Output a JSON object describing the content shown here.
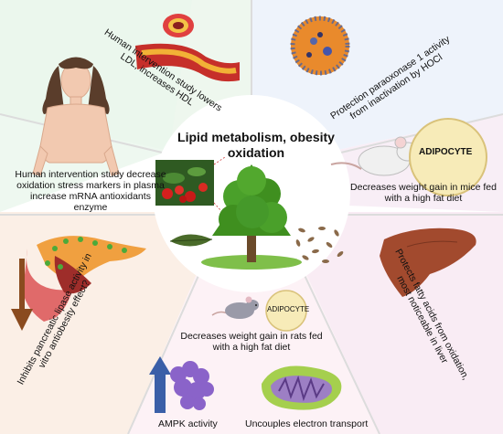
{
  "center": {
    "title_line1": "Lipid metabolism, obesity",
    "title_line2": "oxidation"
  },
  "segments": {
    "top_left": {
      "line1": "Human intervention study lowers",
      "line2": "LDL, increases HDL"
    },
    "top_right": {
      "line1": "Protection paraoxonase 1 activity",
      "line2": "from inactivation by HOCl"
    },
    "left_upper": {
      "line1": "Human intervention study decrease",
      "line2": "oxidation stress markers in plasma",
      "line3": "increase mRNA antioxidants enzyme"
    },
    "right_upper": {
      "adipocyte": "ADIPOCYTE",
      "line1": "Decreases weight gain in mice fed",
      "line2": "with a high fat diet"
    },
    "left_lower": {
      "line1": "Inhibits pancreatic lipase activity in",
      "line2": "vitro antiobesity effect?"
    },
    "right_lower": {
      "line1": "Protects fatty acids from oxidation,",
      "line2": "most noticeable in liver"
    },
    "bottom_center": {
      "adipocyte": "ADIPOCYTE",
      "line1": "Decreases weight gain in rats fed",
      "line2": "with a high fat diet"
    },
    "bottom_left": {
      "label": "AMPK activity"
    },
    "bottom_right": {
      "label": "Uncouples electron transport"
    }
  },
  "colors": {
    "top_left_bg": "#eef7ee",
    "top_right_bg": "#eef3fb",
    "left_upper_bg": "#eaf6ec",
    "right_upper_bg": "#f8eef6",
    "left_lower_bg": "#fbefe6",
    "right_lower_bg": "#f9ecf4",
    "bottom_bg": "#fdf2f6",
    "liver": "#a24a2e",
    "tree": "#3f8f1f",
    "arrow_brown": "#8a4b1f",
    "arrow_blue": "#3a5fa8",
    "mitochondria": "#9d7fc4",
    "receptor": "#8a63c9"
  },
  "icons": [
    "artery-icon",
    "cell-icon",
    "human-body-icon",
    "mouse-icon",
    "adipocyte-icon",
    "pancreas-icon",
    "liver-icon",
    "tree-icon",
    "leaf-icon",
    "seeds-icon",
    "fruit-photo-icon",
    "arrow-down-icon",
    "arrow-up-icon",
    "receptor-icon",
    "mitochondria-icon"
  ]
}
